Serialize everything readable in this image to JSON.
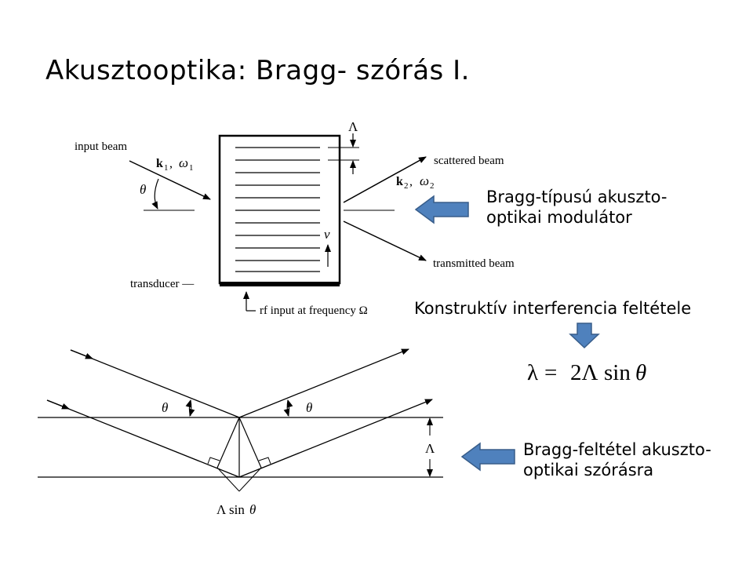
{
  "title": "Akusztooptika: Bragg- szórás I.",
  "notes": {
    "bragg_type_line1": "Bragg-típusú akuszto-",
    "bragg_type_line2": "optikai modulátor",
    "interference": "Konstruktív interferencia feltétele",
    "bragg_condition_line1": "Bragg-feltétel akuszto-",
    "bragg_condition_line2": "optikai szórásra"
  },
  "top_diagram": {
    "input_beam": "input beam",
    "k1": "k",
    "k1_sub": "1",
    "omega1": "ω",
    "omega1_sub": "1",
    "theta": "θ",
    "Lambda": "Λ",
    "scattered_beam": "scattered beam",
    "k2": "k",
    "k2_sub": "2",
    "omega2": "ω",
    "omega2_sub": "2",
    "v": "v",
    "transmitted_beam": "transmitted beam",
    "transducer": "transducer —",
    "rf_input": "rf input at frequency Ω"
  },
  "formula": {
    "lambda": "λ",
    "equals": "=",
    "rhs_num": "2Λ",
    "sin": "sin",
    "theta": "θ"
  },
  "bottom_diagram": {
    "theta_left": "θ",
    "theta_right": "θ",
    "Lambda": "Λ",
    "path_diff_Lambda": "Λ",
    "path_diff_sin": "sin",
    "path_diff_theta": "θ"
  },
  "colors": {
    "arrow_fill": "#4f81bd",
    "arrow_stroke": "#385d8a"
  }
}
